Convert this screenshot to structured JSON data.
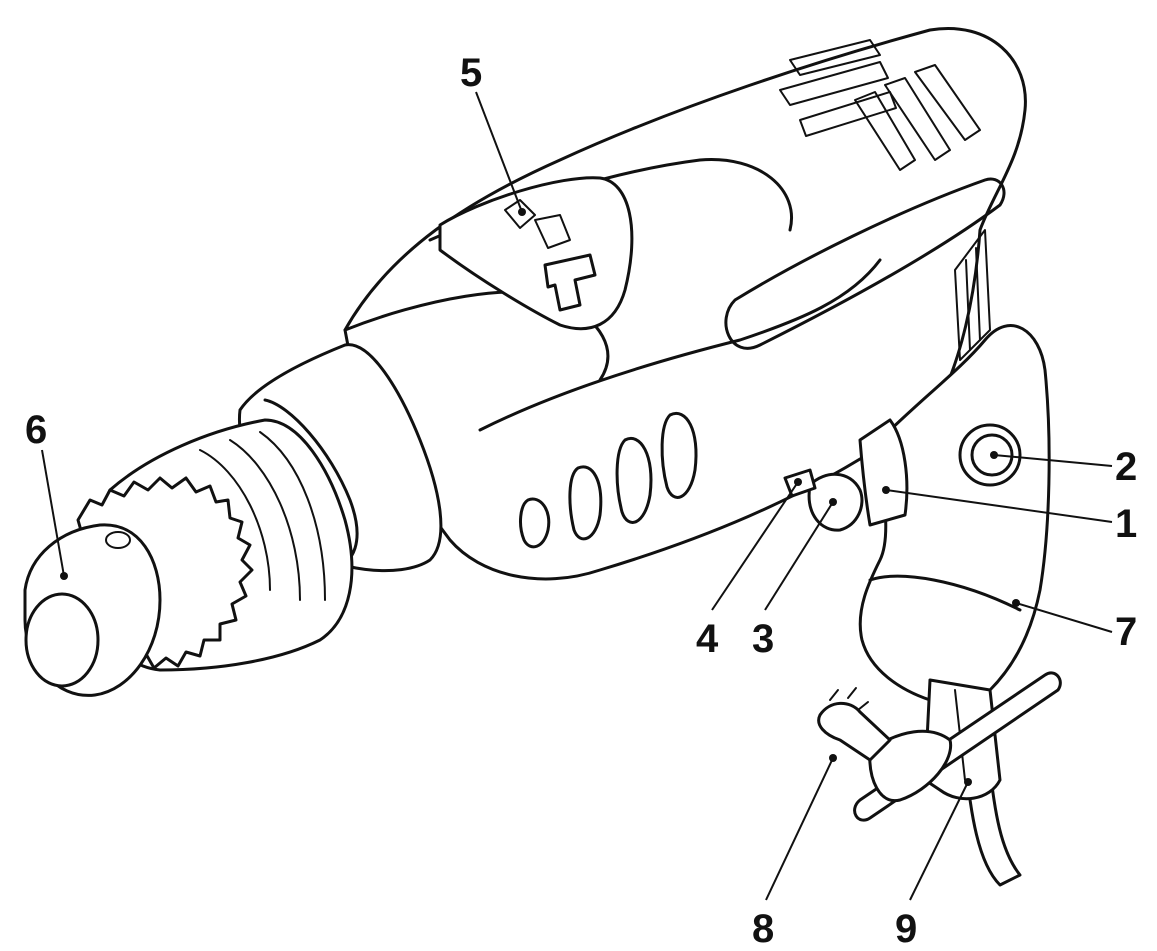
{
  "diagram": {
    "callouts": [
      {
        "id": "1",
        "label": "1"
      },
      {
        "id": "2",
        "label": "2"
      },
      {
        "id": "3",
        "label": "3"
      },
      {
        "id": "4",
        "label": "4"
      },
      {
        "id": "5",
        "label": "5"
      },
      {
        "id": "6",
        "label": "6"
      },
      {
        "id": "7",
        "label": "7"
      },
      {
        "id": "8",
        "label": "8"
      },
      {
        "id": "9",
        "label": "9"
      }
    ],
    "colors": {
      "line": "#111111",
      "background": "#ffffff"
    }
  }
}
